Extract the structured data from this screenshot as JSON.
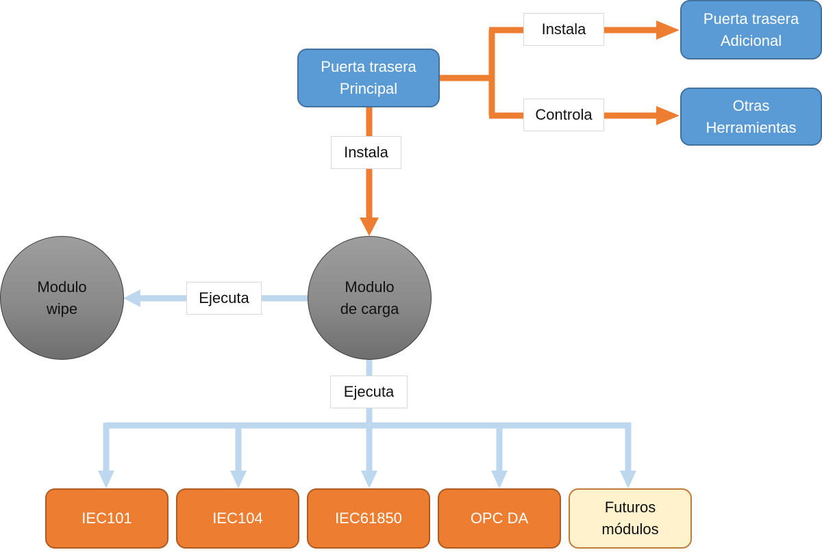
{
  "colors": {
    "orange_connector": "#ed7d31",
    "blue_connector": "#bdd7ee",
    "blue_node": "#5b9bd5",
    "orange_node": "#ed7d31",
    "cream_node": "#fff2cc",
    "gray_node": "#8a8a8a"
  },
  "nodes": {
    "main_backdoor": "Puerta trasera\nPrincipal",
    "additional_backdoor": "Puerta trasera\nAdicional",
    "other_tools": "Otras\nHerramientas",
    "loader_module": "Modulo\nde carga",
    "wipe_module": "Modulo\nwipe",
    "modules": [
      {
        "label": "IEC101",
        "style": "orange"
      },
      {
        "label": "IEC104",
        "style": "orange"
      },
      {
        "label": "IEC61850",
        "style": "orange"
      },
      {
        "label": "OPC DA",
        "style": "orange"
      },
      {
        "label": "Futuros\nmódulos",
        "style": "cream"
      }
    ]
  },
  "edges": {
    "main_to_additional": "Instala",
    "main_to_tools": "Controla",
    "main_to_loader": "Instala",
    "loader_to_wipe": "Ejecuta",
    "loader_to_modules": "Ejecuta"
  }
}
